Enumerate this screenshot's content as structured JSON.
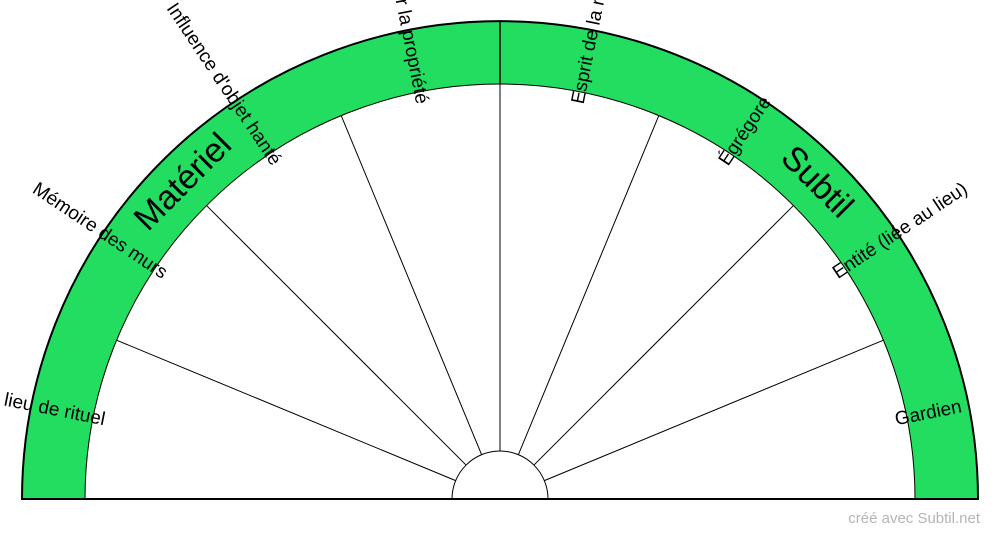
{
  "diagram": {
    "segments": [
      "Ancien lieu de rituel",
      "Mémoire des murs",
      "Influence d'objet hanté",
      "Envoûtement sur la propriété",
      "Esprit de la nature / Élémentaux",
      "Égrégore",
      "Entité (liée au lieu)",
      "Gardien"
    ],
    "bands": {
      "left": "Matériel",
      "right": "Subtil"
    },
    "colors": {
      "band": "#22dd5f",
      "stroke": "#000000",
      "inner": "#ffffff"
    }
  },
  "footer": {
    "credit": "créé avec Subtil.net"
  }
}
